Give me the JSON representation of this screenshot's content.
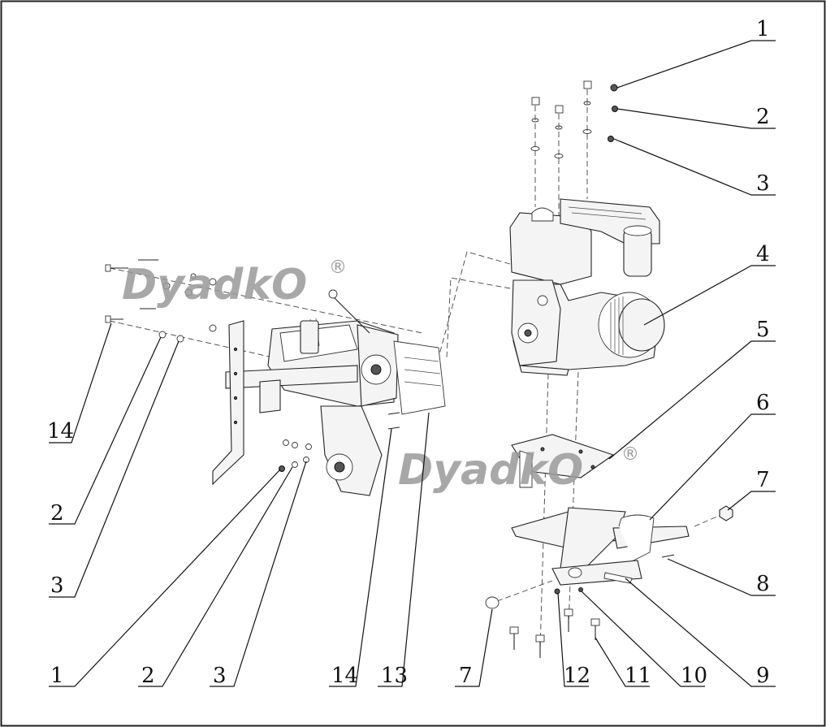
{
  "watermark": {
    "text": "DyadkO",
    "reg_mark": "®"
  },
  "callouts_left": [
    {
      "label": "14"
    },
    {
      "label": "2"
    },
    {
      "label": "3"
    },
    {
      "label": "1"
    },
    {
      "label": "2"
    },
    {
      "label": "3"
    },
    {
      "label": "14"
    },
    {
      "label": "13"
    }
  ],
  "callouts_right": [
    {
      "label": "1"
    },
    {
      "label": "2"
    },
    {
      "label": "3"
    },
    {
      "label": "4"
    },
    {
      "label": "5"
    },
    {
      "label": "6"
    },
    {
      "label": "7"
    },
    {
      "label": "8"
    },
    {
      "label": "9"
    },
    {
      "label": "10"
    },
    {
      "label": "11"
    },
    {
      "label": "12"
    },
    {
      "label": "7"
    }
  ],
  "colors": {
    "line": "#111111",
    "watermark": "#9a9a9a",
    "background": "#ffffff"
  }
}
